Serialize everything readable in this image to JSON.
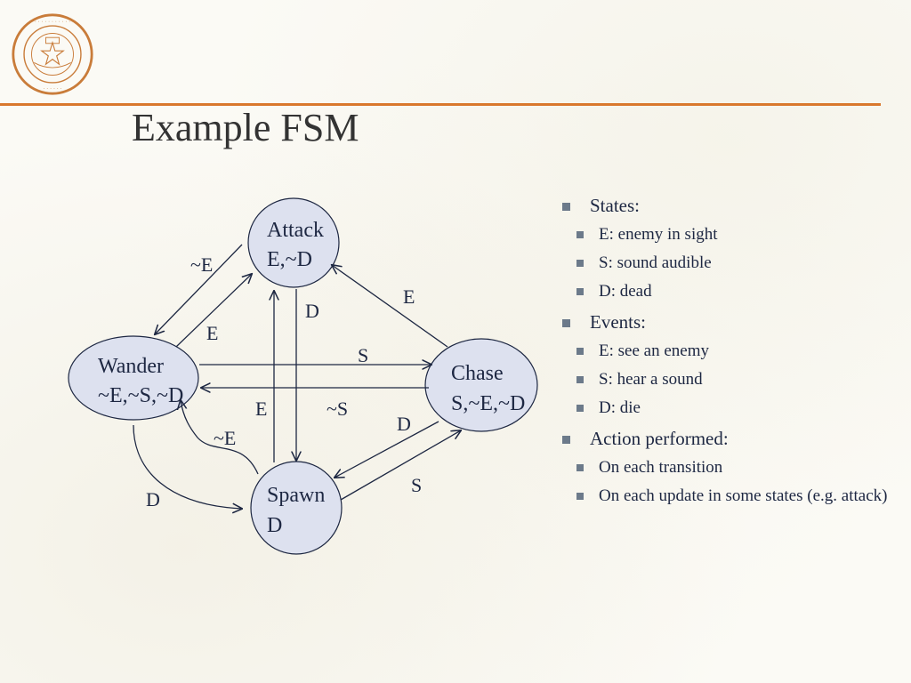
{
  "slide": {
    "title": "Example FSM"
  },
  "seal": {
    "caption_top": "THE UNIVERSITY OF TEXAS",
    "caption_bottom": "AT AUSTIN",
    "color": "#c97c3a"
  },
  "colors": {
    "accent_rule": "#d9782d",
    "state_fill": "#dde1ef",
    "text": "#1d2742"
  },
  "diagram": {
    "states": [
      {
        "id": "attack",
        "name": "Attack",
        "flags": "E,~D"
      },
      {
        "id": "wander",
        "name": "Wander",
        "flags": "~E,~S,~D"
      },
      {
        "id": "chase",
        "name": "Chase",
        "flags": "S,~E,~D"
      },
      {
        "id": "spawn",
        "name": "Spawn",
        "flags": "D"
      }
    ],
    "transitions": [
      {
        "from": "attack",
        "to": "wander",
        "label": "~E"
      },
      {
        "from": "wander",
        "to": "attack",
        "label": "E"
      },
      {
        "from": "attack",
        "to": "spawn",
        "label": "D"
      },
      {
        "from": "chase",
        "to": "attack",
        "label": "E"
      },
      {
        "from": "wander",
        "to": "chase",
        "label": "S"
      },
      {
        "from": "chase",
        "to": "wander",
        "label": "~S"
      },
      {
        "from": "spawn",
        "to": "attack",
        "label": "E"
      },
      {
        "from": "spawn",
        "to": "wander",
        "label": "~E"
      },
      {
        "from": "wander",
        "to": "spawn",
        "label": "D"
      },
      {
        "from": "chase",
        "to": "spawn",
        "label": "D"
      },
      {
        "from": "spawn",
        "to": "chase",
        "label": "S"
      }
    ]
  },
  "bullets": [
    {
      "label": "States:",
      "items": [
        "E: enemy in sight",
        "S: sound audible",
        "D: dead"
      ]
    },
    {
      "label": "Events:",
      "items": [
        "E: see an enemy",
        "S: hear a sound",
        "D: die"
      ]
    },
    {
      "label": "Action performed:",
      "items": [
        "On each transition",
        "On each update in some states (e.g. attack)"
      ]
    }
  ]
}
